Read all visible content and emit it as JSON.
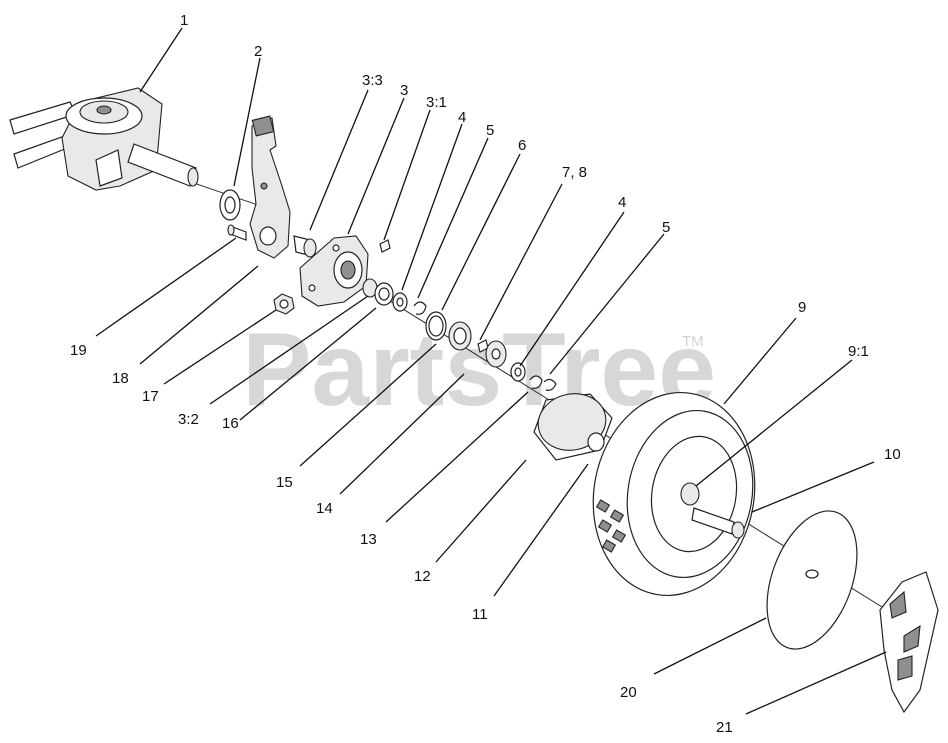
{
  "watermark": {
    "text": "PartsTree",
    "trademark": "TM"
  },
  "callouts": [
    {
      "id": "c1",
      "label": "1"
    },
    {
      "id": "c2",
      "label": "2"
    },
    {
      "id": "c3_3",
      "label": "3:3"
    },
    {
      "id": "c3",
      "label": "3"
    },
    {
      "id": "c3_1",
      "label": "3:1"
    },
    {
      "id": "c4a",
      "label": "4"
    },
    {
      "id": "c5a",
      "label": "5"
    },
    {
      "id": "c6",
      "label": "6"
    },
    {
      "id": "c7_8",
      "label": "7, 8"
    },
    {
      "id": "c4b",
      "label": "4"
    },
    {
      "id": "c5b",
      "label": "5"
    },
    {
      "id": "c9",
      "label": "9"
    },
    {
      "id": "c9_1",
      "label": "9:1"
    },
    {
      "id": "c10",
      "label": "10"
    },
    {
      "id": "c19",
      "label": "19"
    },
    {
      "id": "c18",
      "label": "18"
    },
    {
      "id": "c17",
      "label": "17"
    },
    {
      "id": "c3_2",
      "label": "3:2"
    },
    {
      "id": "c16",
      "label": "16"
    },
    {
      "id": "c15",
      "label": "15"
    },
    {
      "id": "c14",
      "label": "14"
    },
    {
      "id": "c13",
      "label": "13"
    },
    {
      "id": "c12",
      "label": "12"
    },
    {
      "id": "c11",
      "label": "11"
    },
    {
      "id": "c20",
      "label": "20"
    },
    {
      "id": "c21",
      "label": "21"
    }
  ]
}
